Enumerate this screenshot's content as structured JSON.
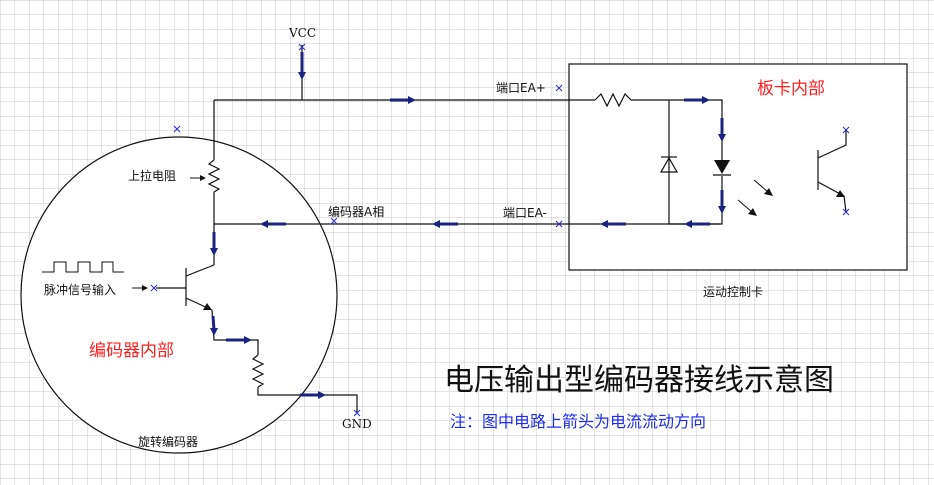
{
  "labels": {
    "vcc": "VCC",
    "gnd": "GND",
    "port_ea_plus": "端口EA+",
    "port_ea_minus": "端口EA-",
    "board_internal": "板卡内部",
    "encoder_a_phase": "编码器A相",
    "pullup_resistor": "上拉电阻",
    "pulse_input": "脉冲信号输入",
    "encoder_internal": "编码器内部",
    "rotary_encoder": "旋转编码器",
    "motion_card": "运动控制卡",
    "title": "电压输出型编码器接线示意图",
    "note": "注：图中电路上箭头为电流流动方向"
  },
  "colors": {
    "grid": "#c8c8c8",
    "wire": "#111111",
    "current_arrow": "#1a237e",
    "red_label": "#ff1e1e",
    "note_blue": "#1c2cf0"
  }
}
